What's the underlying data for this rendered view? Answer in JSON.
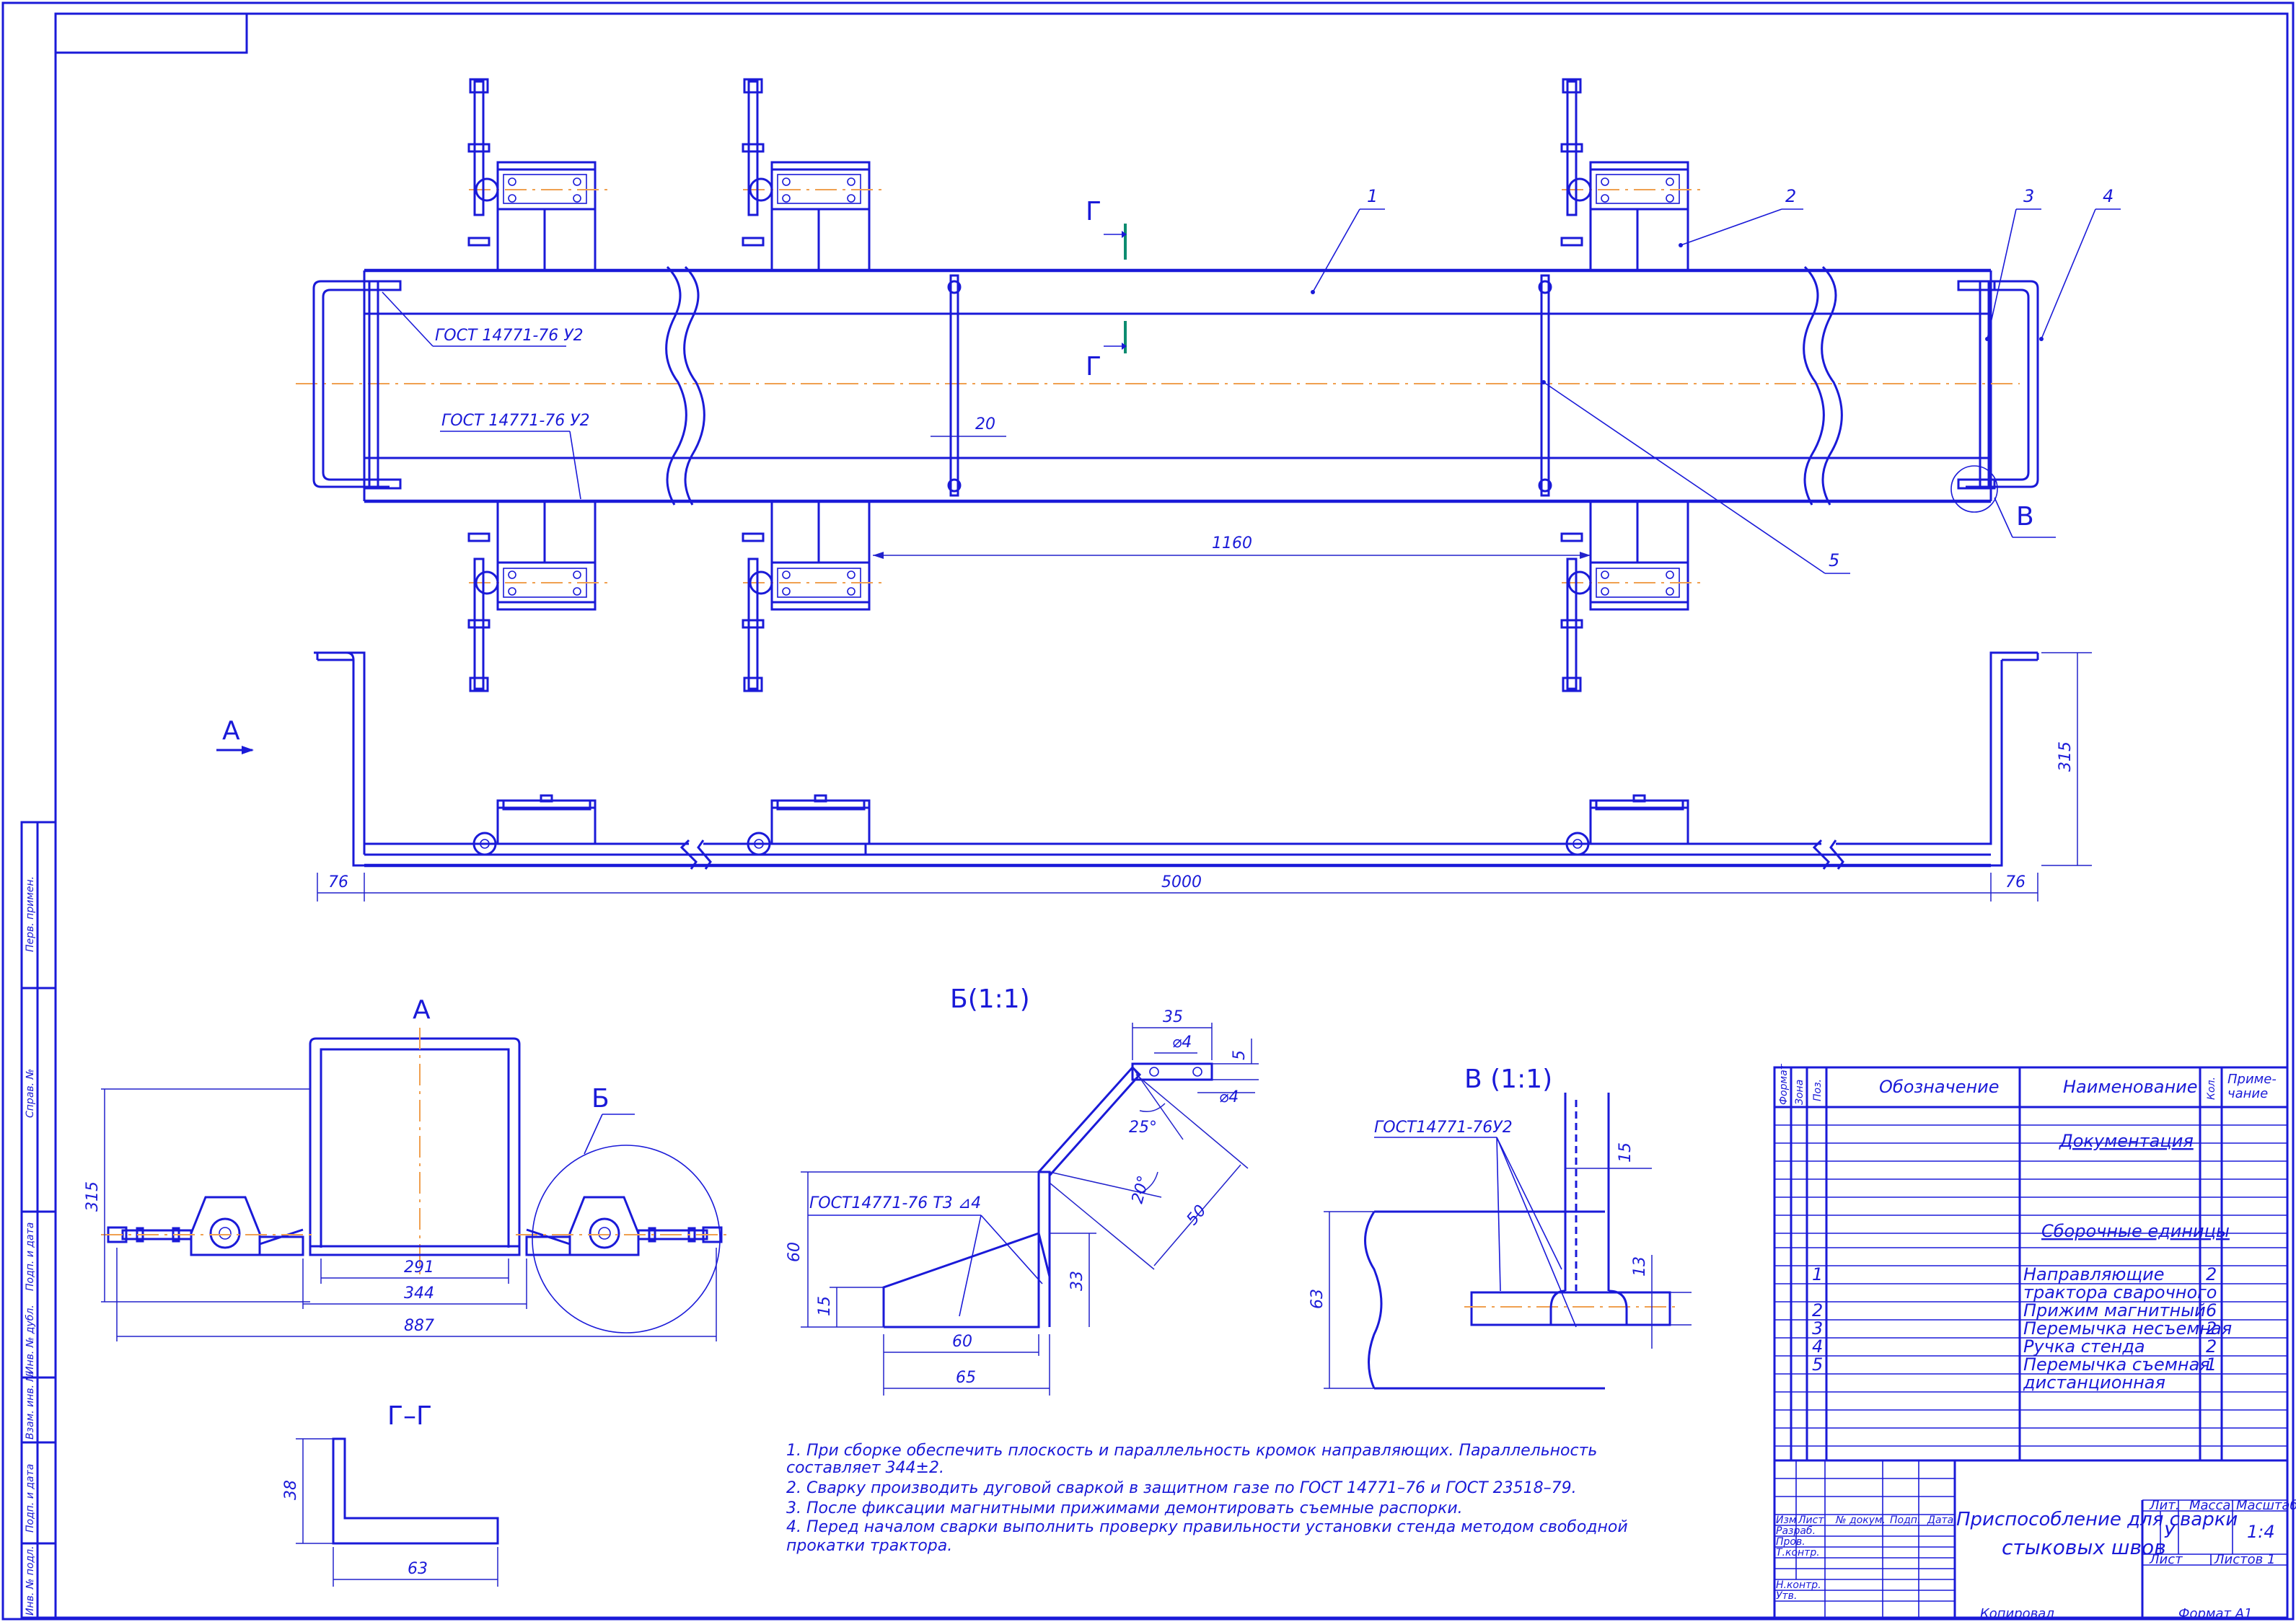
{
  "callouts": [
    "1",
    "2",
    "3",
    "4",
    "5"
  ],
  "sections": {
    "g_mark": "Г",
    "a_view": "A",
    "a_title": "A",
    "b_title": "Б(1:1)",
    "b_mark": "Б",
    "v_title": "В  (1:1)",
    "v_mark": "В",
    "gg_title": "Г–Г"
  },
  "weld_marks": {
    "top": "ГОСТ 14771-76 У2",
    "bottom": "ГОСТ 14771-76 У2",
    "b_view": "ГОСТ14771-76 Т3  ⊿4",
    "v_view": "ГОСТ14771-76У2"
  },
  "dimensions": {
    "plan_20": "20",
    "plan_1160": "1160",
    "side_76_left": "76",
    "side_5000": "5000",
    "side_76_right": "76",
    "side_315": "315",
    "a_315": "315",
    "a_291": "291",
    "a_344": "344",
    "a_887": "887",
    "b_35": "35",
    "b_d4_top": "⌀4",
    "b_5": "5",
    "b_d4": "⌀4",
    "b_25": "25°",
    "b_20": "20°",
    "b_50": "50",
    "b_60v": "60",
    "b_15": "15",
    "b_33": "33",
    "b_60h": "60",
    "b_65": "65",
    "v_15": "15",
    "v_63": "63",
    "v_13": "13",
    "gg_38": "38",
    "gg_63": "63"
  },
  "notes": [
    "1. При сборке обеспечить плоскость и параллельность кромок направляющих. Параллельность",
    "составляет 344±2.",
    "2. Сварку производить дуговой сваркой в защитном газе по ГОСТ 14771–76 и ГОСТ 23518–79.",
    "3. После фиксации магнитными прижимами демонтировать съемные распорки.",
    "4. Перед началом сварки выполнить проверку правильности установки стенда методом свободной",
    "прокатки трактора."
  ],
  "spec_table": {
    "headers": [
      "Формат",
      "Зона",
      "Поз.",
      "Обозначение",
      "Наименование",
      "Кол.",
      "Приме-",
      "чание"
    ],
    "section_docs": "Документация",
    "section_assy": "Сборочные единицы",
    "rows": [
      {
        "pos": "1",
        "name": "Направляющие",
        "qty": "2"
      },
      {
        "pos": "",
        "name": "трактора сварочного",
        "qty": ""
      },
      {
        "pos": "2",
        "name": "Прижим магнитный",
        "qty": "6"
      },
      {
        "pos": "3",
        "name": "Перемычка несъемная",
        "qty": "2"
      },
      {
        "pos": "4",
        "name": "Ручка стенда",
        "qty": "2"
      },
      {
        "pos": "5",
        "name": "Перемычка съемная",
        "qty": "1"
      },
      {
        "pos": "",
        "name": "дистанционная",
        "qty": ""
      }
    ]
  },
  "title_block": {
    "col_labels": [
      "Изм",
      "Лист",
      "№ докум.",
      "Подп.",
      "Дата"
    ],
    "row_labels": [
      "Разраб.",
      "Пров.",
      "Т.контр.",
      "",
      "Н.контр.",
      "Утв."
    ],
    "title_line1": "Приспособление для сварки",
    "title_line2": "стыковых швов",
    "lit": "Лит.",
    "mass": "Масса",
    "scale": "Масштаб",
    "lit_value": "У",
    "scale_value": "1:4",
    "sheet": "Лист",
    "sheets": "Листов   1",
    "copied": "Копировал",
    "format": "Формат   А1"
  },
  "left_strip": [
    "Перв. примен.",
    "Справ. №",
    "Подп. и дата",
    "Инв. № дубл.",
    "Взам. инв. №",
    "Подп. и дата",
    "Инв. № подл."
  ]
}
